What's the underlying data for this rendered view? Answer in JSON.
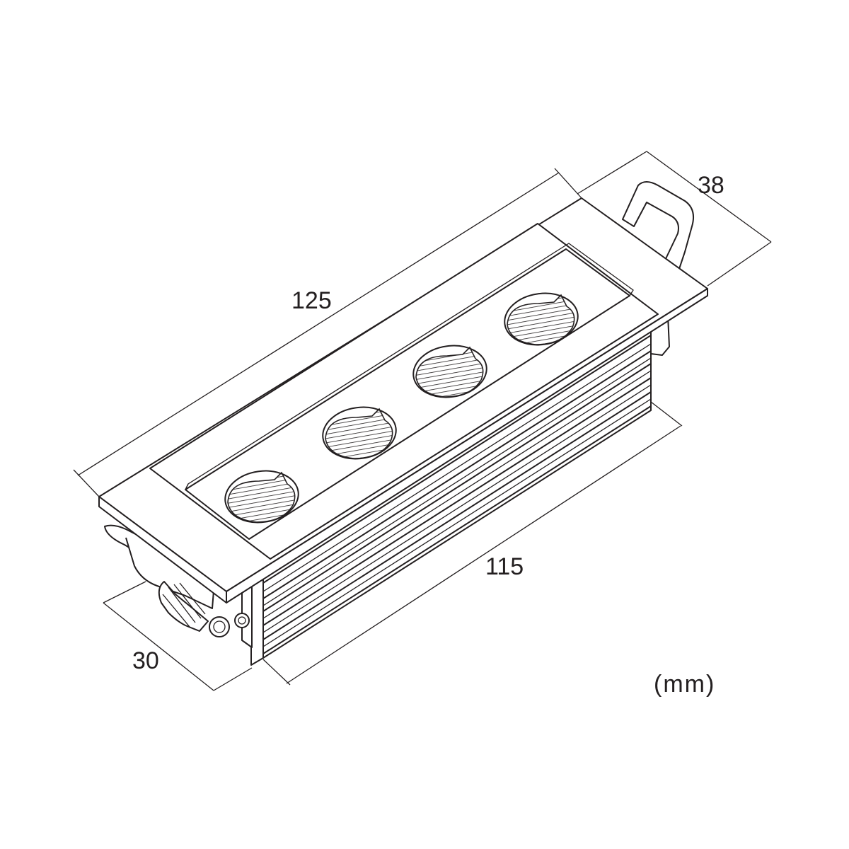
{
  "dimensions": {
    "length_top": "125",
    "width_top": "38",
    "length_body": "115",
    "depth": "30"
  },
  "unit": "(mm)",
  "colors": {
    "line": "#231f20",
    "background": "#ffffff"
  },
  "lens_count": 4
}
